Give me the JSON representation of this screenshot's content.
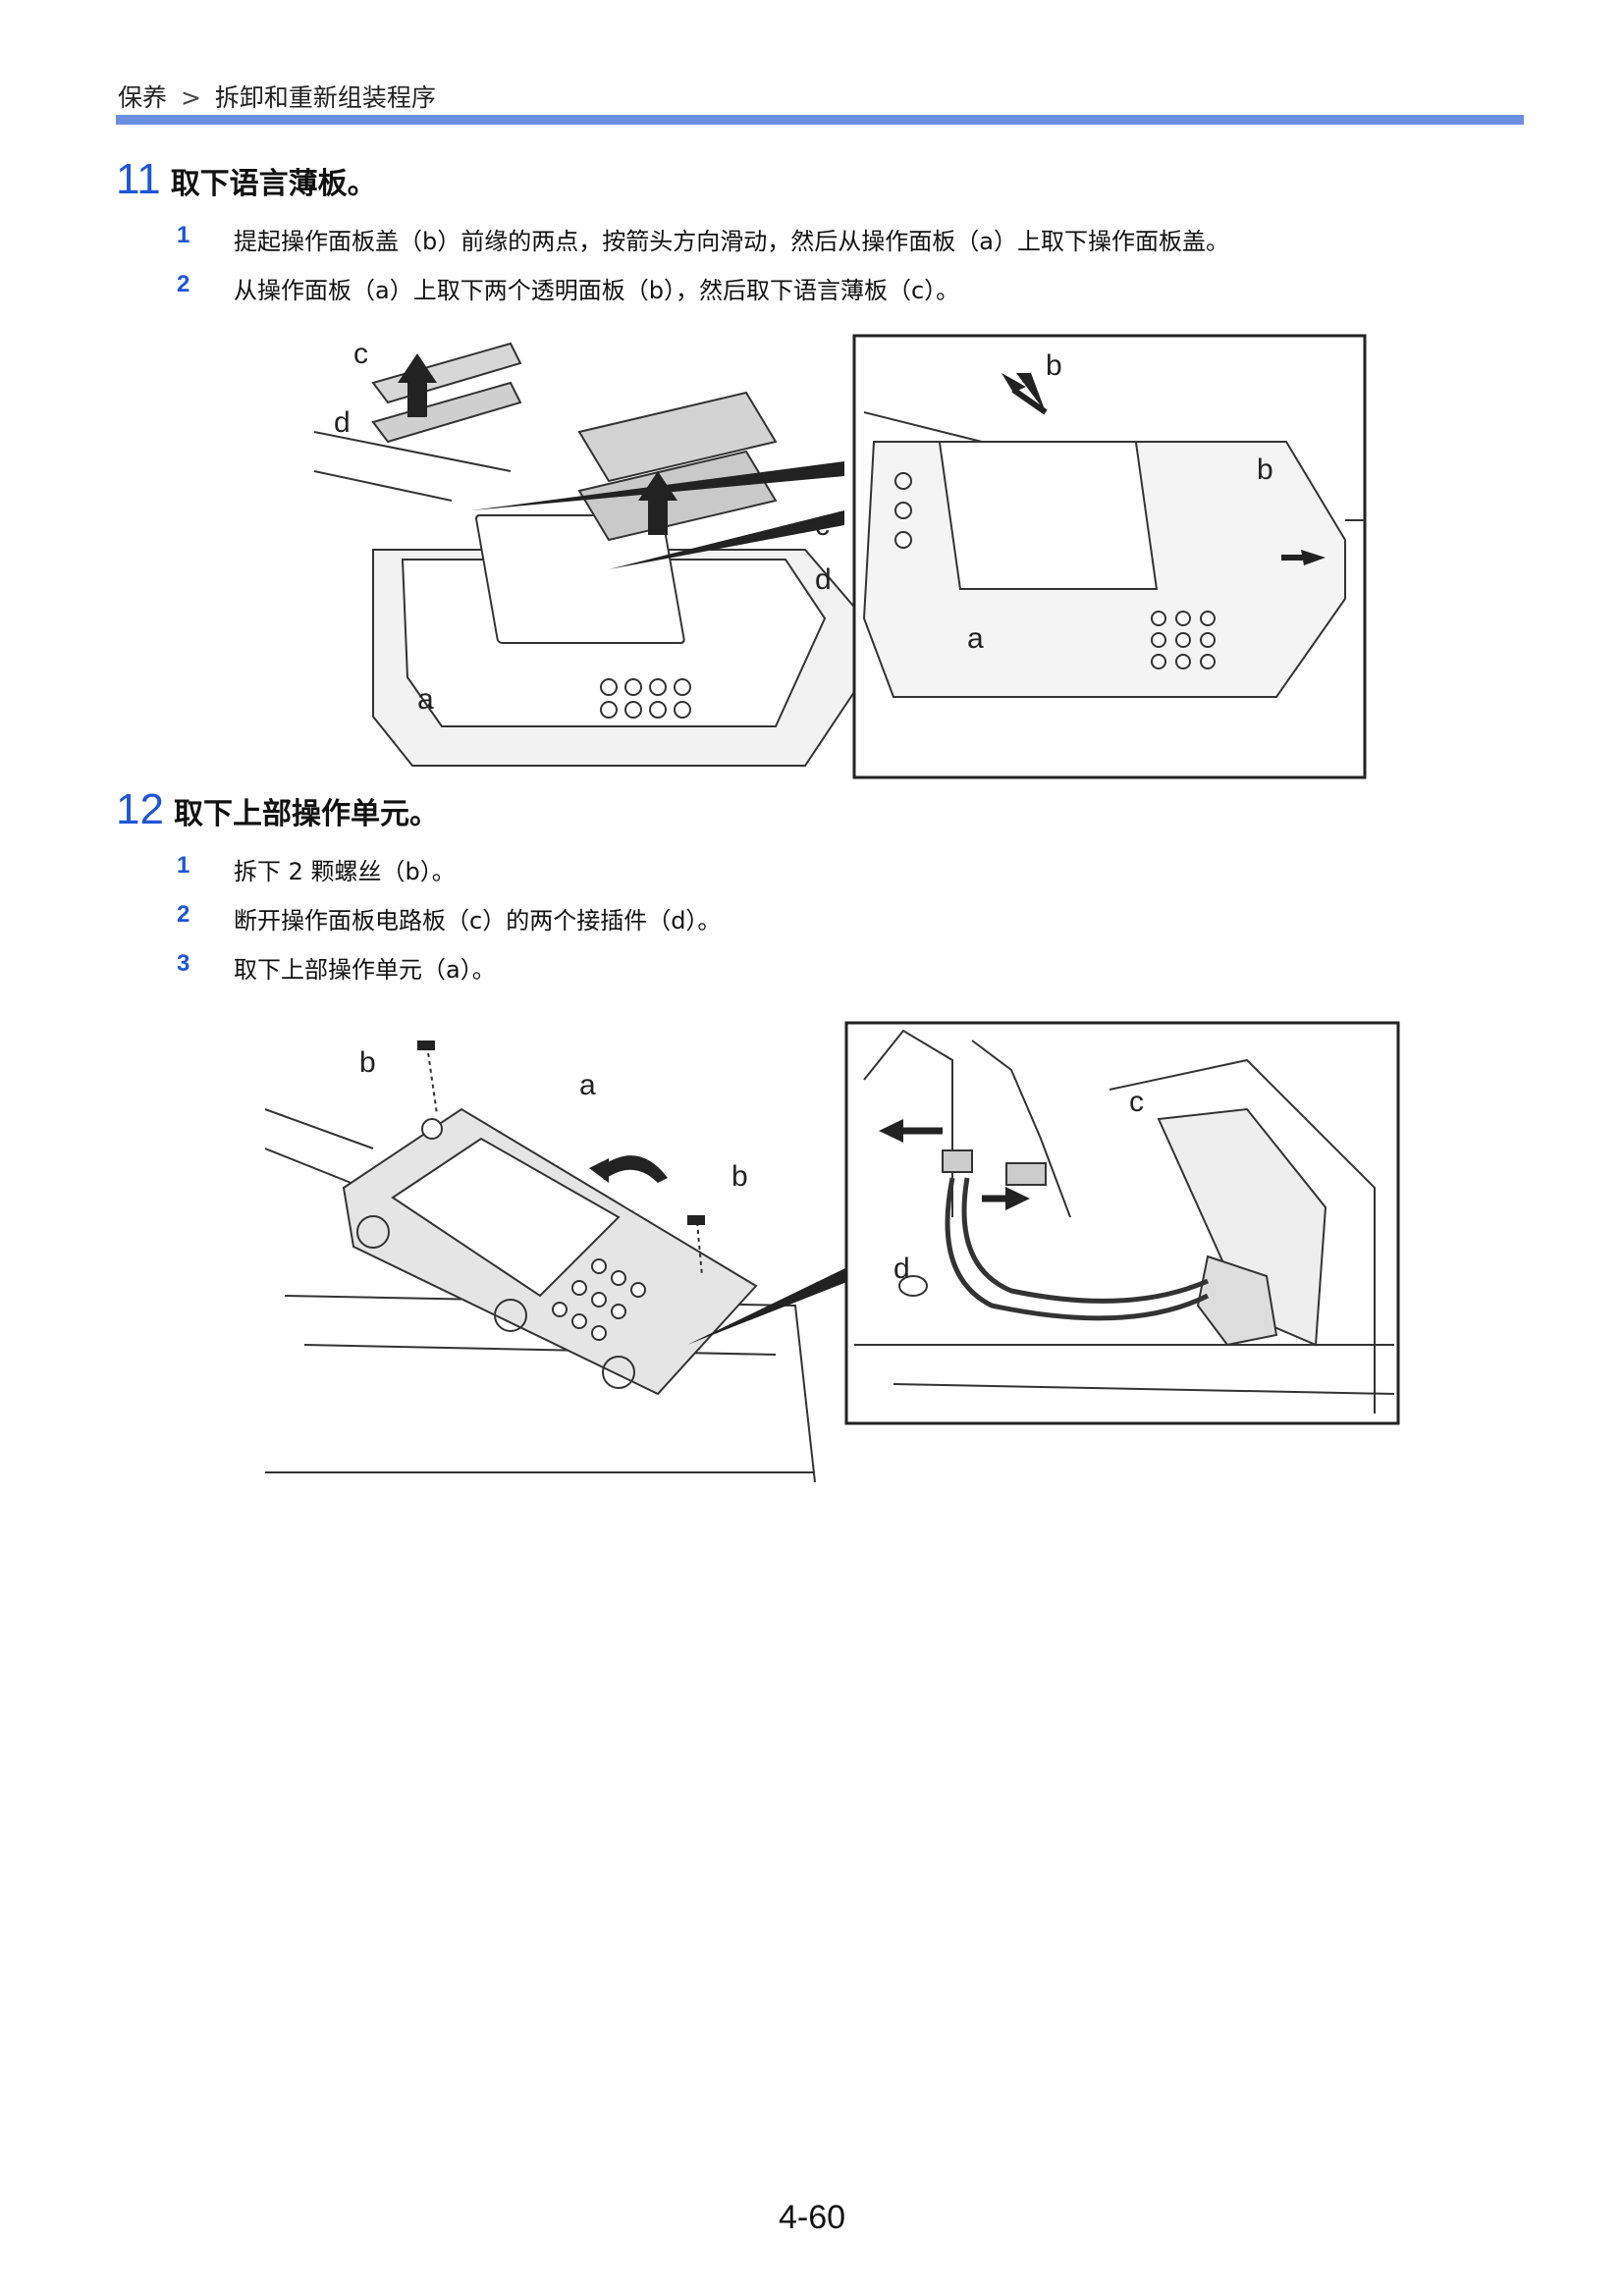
{
  "breadcrumb": {
    "part1": "保养",
    "separator": ">",
    "part2": "拆卸和重新组装程序"
  },
  "step11": {
    "number": "11",
    "title": "取下语言薄板。",
    "items": [
      {
        "n": "1",
        "text": "提起操作面板盖（b）前缘的两点，按箭头方向滑动，然后从操作面板（a）上取下操作面板盖。"
      },
      {
        "n": "2",
        "text": "从操作面板（a）上取下两个透明面板（b），然后取下语言薄板（c）。"
      }
    ],
    "figure": {
      "labels": {
        "c": "c",
        "d": "d",
        "a": "a",
        "b": "b"
      }
    }
  },
  "step12": {
    "number": "12",
    "title": "取下上部操作单元。",
    "items": [
      {
        "n": "1",
        "text": "拆下 2 颗螺丝（b）。"
      },
      {
        "n": "2",
        "text": "断开操作面板电路板（c）的两个接插件（d）。"
      },
      {
        "n": "3",
        "text": "取下上部操作单元（a）。"
      }
    ],
    "figure": {
      "labels": {
        "a": "a",
        "b": "b",
        "c": "c",
        "d": "d"
      }
    }
  },
  "page_number": "4-60",
  "colors": {
    "accent_blue": "#1e56d6",
    "top_rule": "#6b8fe0"
  }
}
